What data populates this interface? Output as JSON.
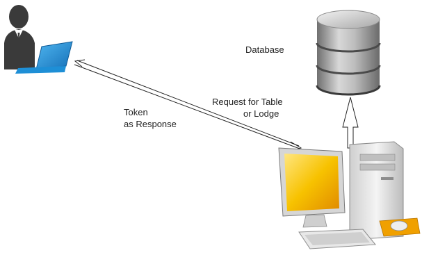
{
  "diagram": {
    "database_label": "Database",
    "request_label_line1": "Request for Table",
    "request_label_line2": "or Lodge",
    "response_label_line1": "Token",
    "response_label_line2": "as Response",
    "icons": {
      "user": "user-at-laptop-icon",
      "database": "database-cylinder-icon",
      "server": "desktop-computer-icon"
    },
    "colors": {
      "user_silhouette": "#3a3a3a",
      "laptop_blue": "#1e8fd6",
      "database_gray": "#9a9a9a",
      "monitor_screen": "#f5b800",
      "computer_case": "#e6e6e6",
      "mouse_pad": "#f0a000"
    }
  }
}
